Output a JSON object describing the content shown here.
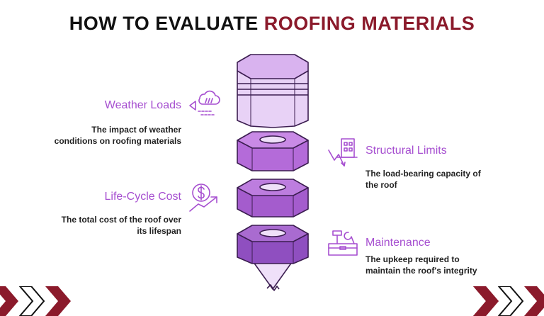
{
  "title": {
    "prefix": "HOW TO EVALUATE",
    "highlight": "ROOFING MATERIALS"
  },
  "items": [
    {
      "label": "Weather Loads",
      "desc": "The impact of weather conditions on roofing materials",
      "icon": "cloud-rain-icon"
    },
    {
      "label": "Structural Limits",
      "desc": "The load-bearing capacity of the roof",
      "icon": "building-icon"
    },
    {
      "label": "Life-Cycle Cost",
      "desc": "The total cost of the roof over its lifespan",
      "icon": "dollar-growth-icon"
    },
    {
      "label": "Maintenance",
      "desc": "The upkeep required to maintain the roof's integrity",
      "icon": "toolbox-icon"
    }
  ],
  "colors": {
    "accent": "#8b1a2b",
    "label": "#a64fd0",
    "light_purple": "#ead4f8",
    "mid_purple": "#c98ae6",
    "dark_purple": "#8f4fc0"
  }
}
